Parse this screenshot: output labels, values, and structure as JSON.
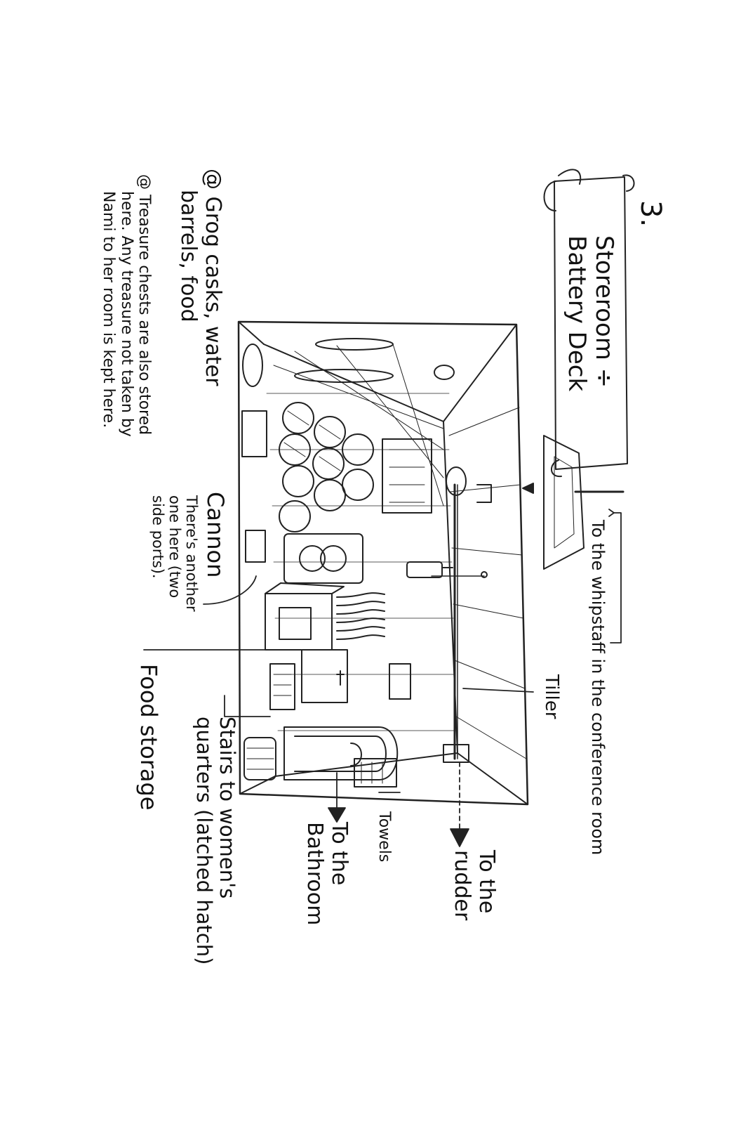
{
  "page": {
    "number": "3.",
    "title_line1": "Storeroom ÷",
    "title_line2": "Battery Deck"
  },
  "labels": {
    "whipstaff": "To the whipstaff in the conference room",
    "tiller": "Tiller",
    "rudder_line1": "To the",
    "rudder_line2": "rudder",
    "towels": "Towels",
    "bathroom_line1": "To the",
    "bathroom_line2": "Bathroom",
    "stairs_line1": "Stairs to women's",
    "stairs_line2": "quarters (latched hatch)",
    "food_storage": "Food storage",
    "cannon": "Cannon",
    "cannon_note_line1": "There's another",
    "cannon_note_line2": "one here (two",
    "cannon_note_line3": "side ports)."
  },
  "notes": [
    {
      "bullet": "@",
      "lines": [
        "Grog casks, water",
        "barrels, food"
      ]
    },
    {
      "bullet": "@",
      "lines": [
        "Treasure chests are also stored",
        "here. Any treasure not taken by",
        "Nami to her room is kept here."
      ]
    }
  ]
}
